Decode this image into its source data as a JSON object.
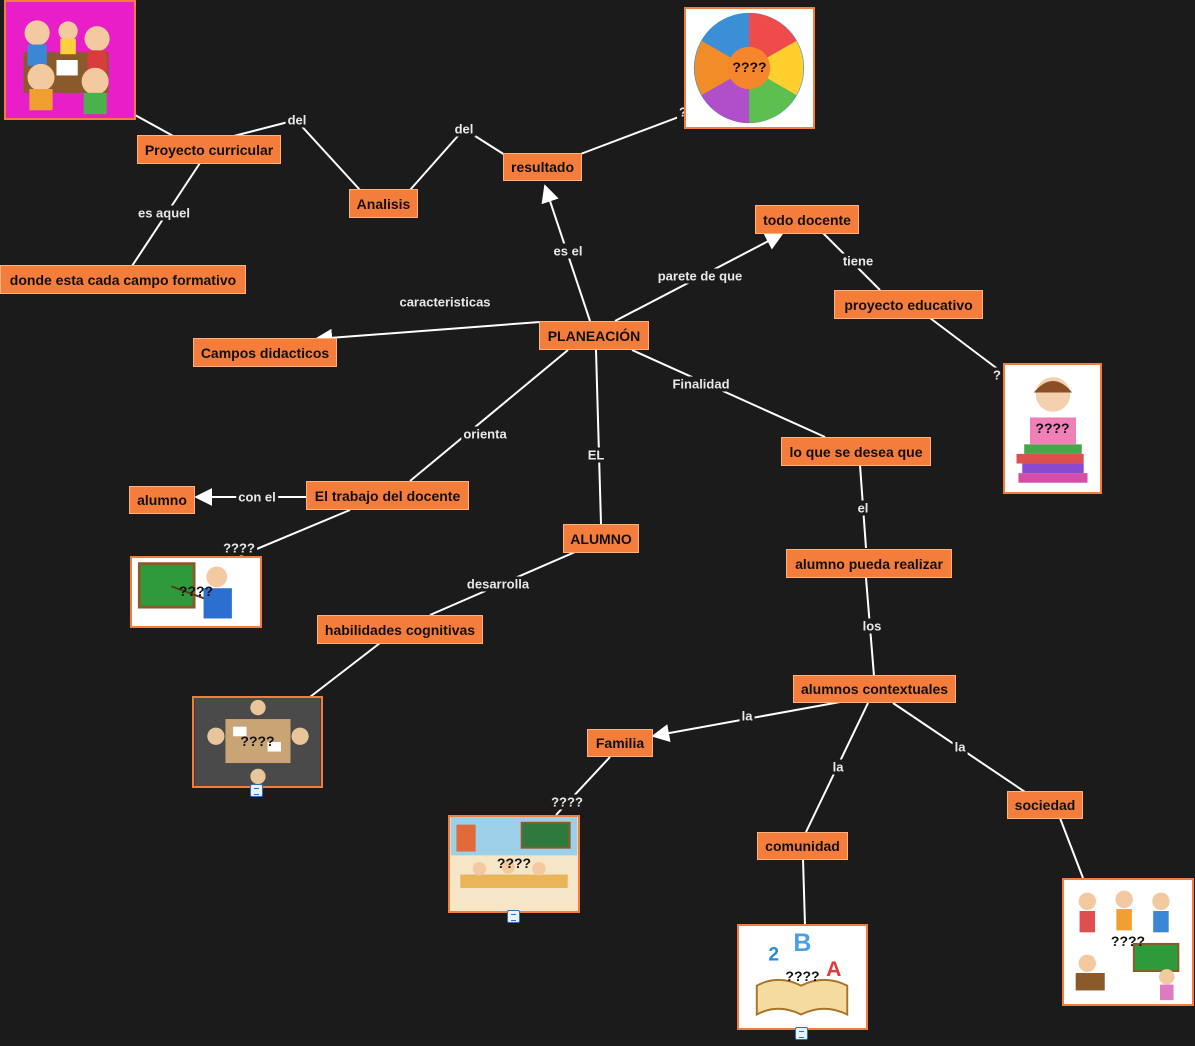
{
  "nodes": {
    "proyecto_curricular": "Proyecto curricular",
    "donde_esta": "donde esta cada campo formativo",
    "analisis": "Analisis",
    "resultado": "resultado",
    "todo_docente": "todo docente",
    "proyecto_educativo": "proyecto educativo",
    "planeacion": "PLANEACIÓN",
    "campos_didacticos": "Campos didacticos",
    "lo_que_se_desea": "lo que se desea que",
    "alumno": "alumno",
    "trabajo_docente": "El trabajo del docente",
    "alumno_caps": "ALUMNO",
    "alumno_pueda": "alumno pueda realizar",
    "habilidades": "habilidades cognitivas",
    "alumnos_contextuales": "alumnos contextuales",
    "familia": "Familia",
    "sociedad": "sociedad",
    "comunidad": "comunidad"
  },
  "links": {
    "del_1": "del",
    "del_2": "del",
    "es_aquel": "es aquel",
    "q_resultado": "?",
    "es_el": "es el",
    "parete_de_que": "parete de que",
    "tiene": "tiene",
    "q_educativo": "?",
    "caracteristicas": "caracteristicas",
    "finalidad": "Finalidad",
    "orienta": "orienta",
    "el_upper": "EL",
    "con_el": "con el",
    "q_docente": "????",
    "el_lower": "el",
    "desarrolla": "desarrolla",
    "los": "los",
    "la_familia": "la",
    "la_comunidad": "la",
    "la_sociedad": "la",
    "q_familia": "????"
  },
  "images": {
    "kids_top_left": "kids-group-image",
    "kids_circle": "children-circle-image",
    "girl_books": "girl-reading-books-image",
    "teacher": "teacher-chalkboard-image",
    "desk_group": "group-desk-image",
    "classroom": "classroom-image",
    "abc_book": "abc-book-image",
    "school_kids": "school-kids-image"
  },
  "image_captions": {
    "kids_circle": "????",
    "girl_books": "????",
    "teacher": "????",
    "desk_group": "????",
    "classroom": "????",
    "abc_book": "????",
    "school_kids": "????"
  },
  "colors": {
    "background": "#1c1b1b",
    "node_fill": "#f47d3c",
    "line": "#ffffff"
  }
}
